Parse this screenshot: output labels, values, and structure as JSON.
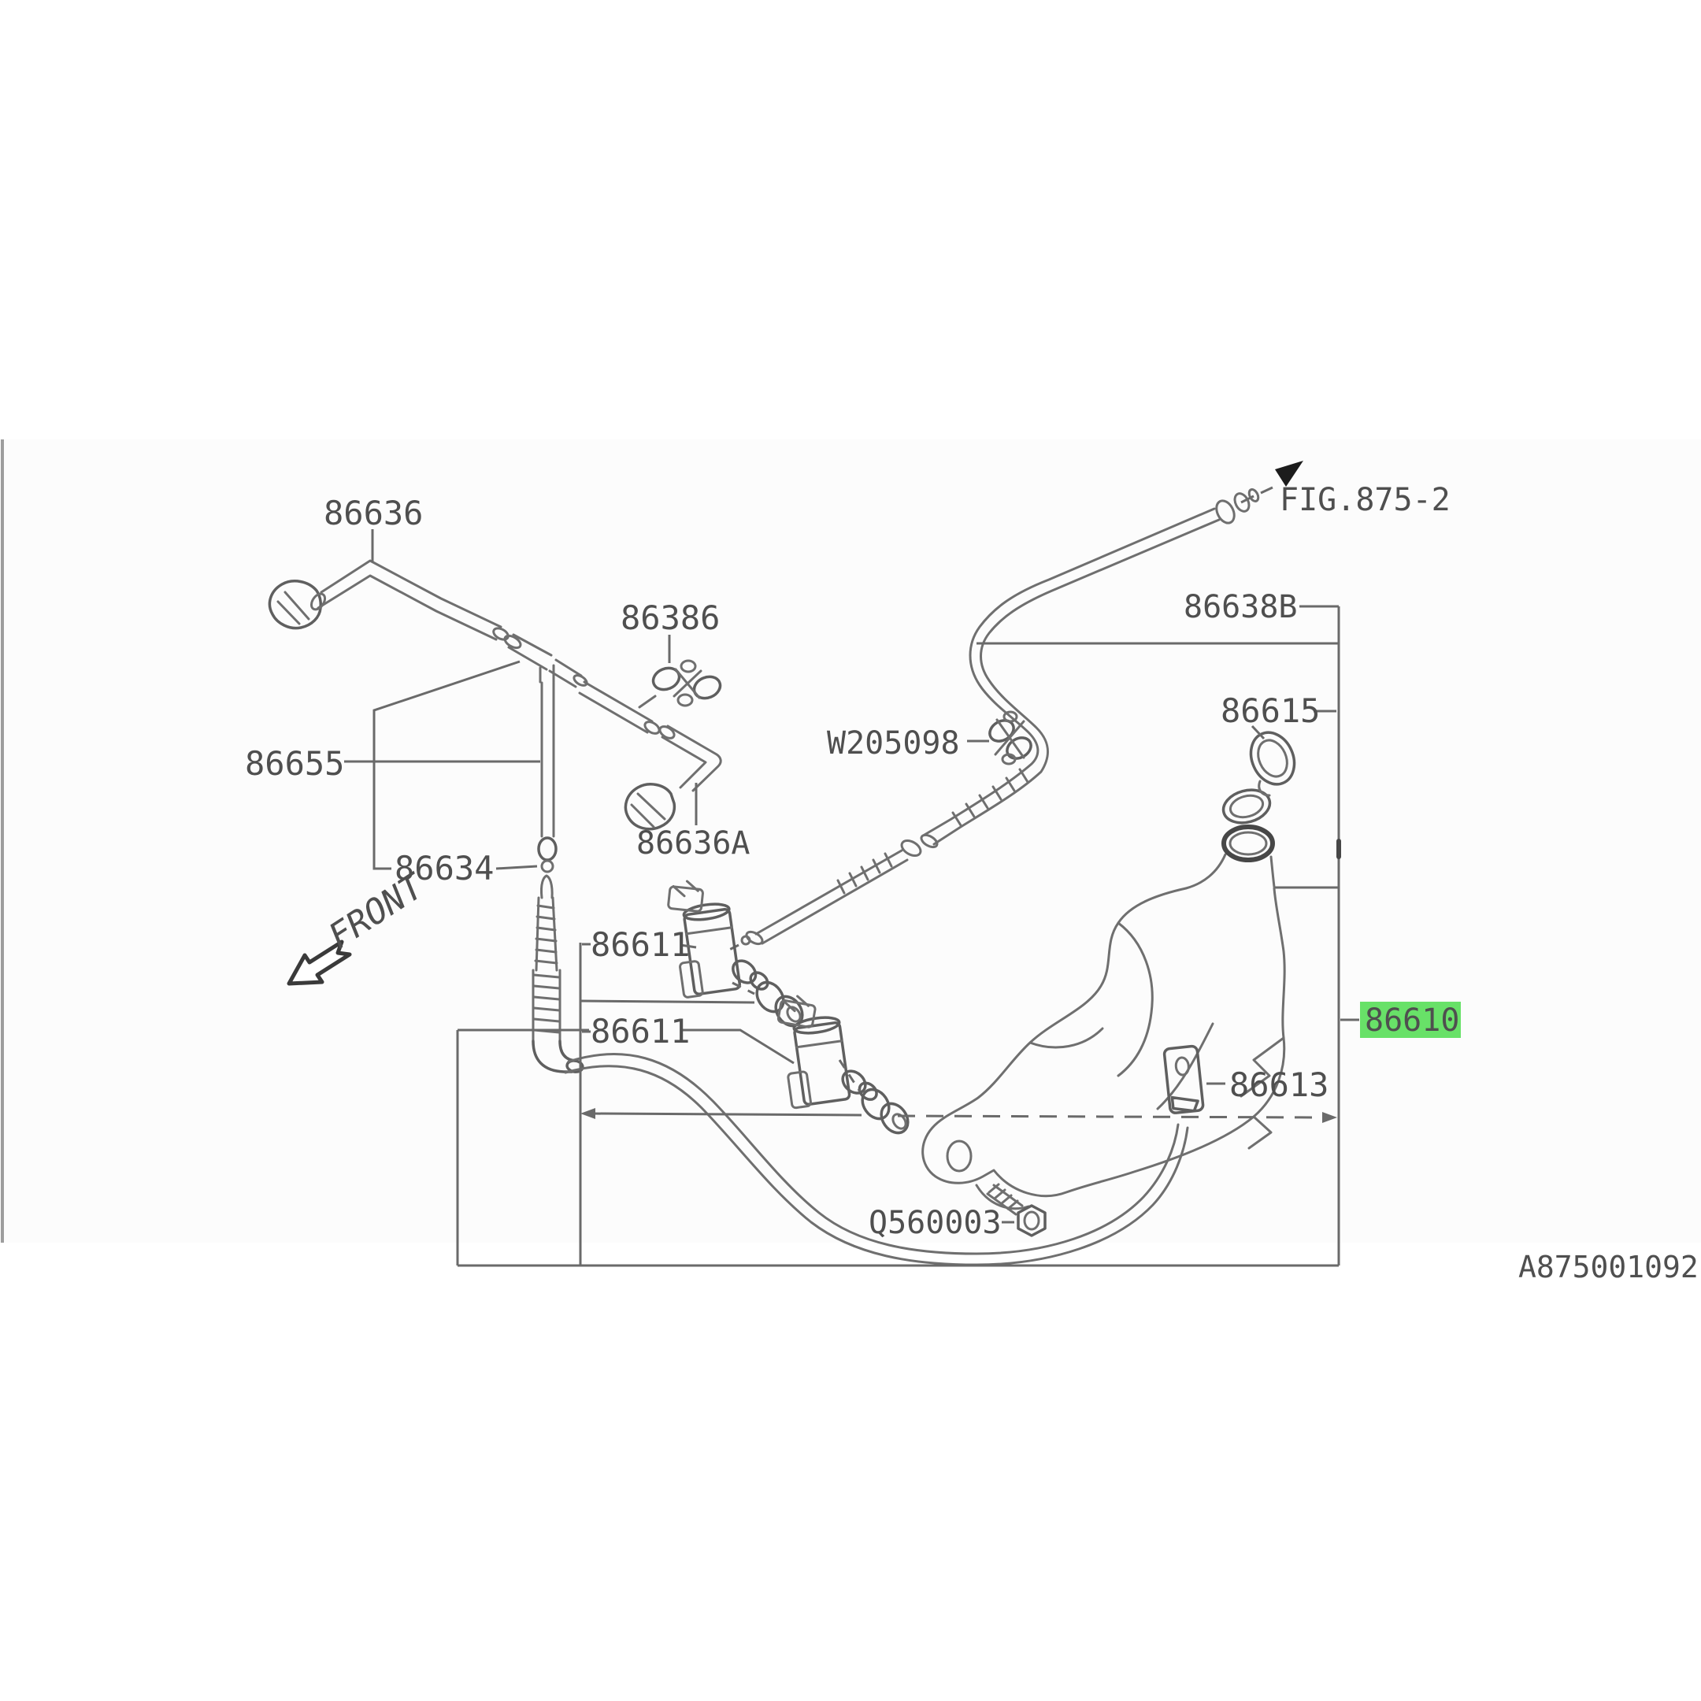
{
  "figure": {
    "doc_code": "A875001092",
    "fig_ref": "FIG.875-2",
    "front_label": "FRONT",
    "highlight_color": "#68e168"
  },
  "parts": {
    "front_washer_hose": "86636",
    "hose_clamp": "86386",
    "front_washer_hose_b": "86636A",
    "washer_tube": "86655",
    "tube_joint": "86634",
    "washer_pump_1": "86611",
    "washer_pump_2": "86611",
    "rear_washer_hose": "86638B",
    "hose_clip": "W205098",
    "filler_cap": "86615",
    "washer_tank_assembly": "86610",
    "tank_bracket": "86613",
    "tank_bolt": "Q560003"
  }
}
